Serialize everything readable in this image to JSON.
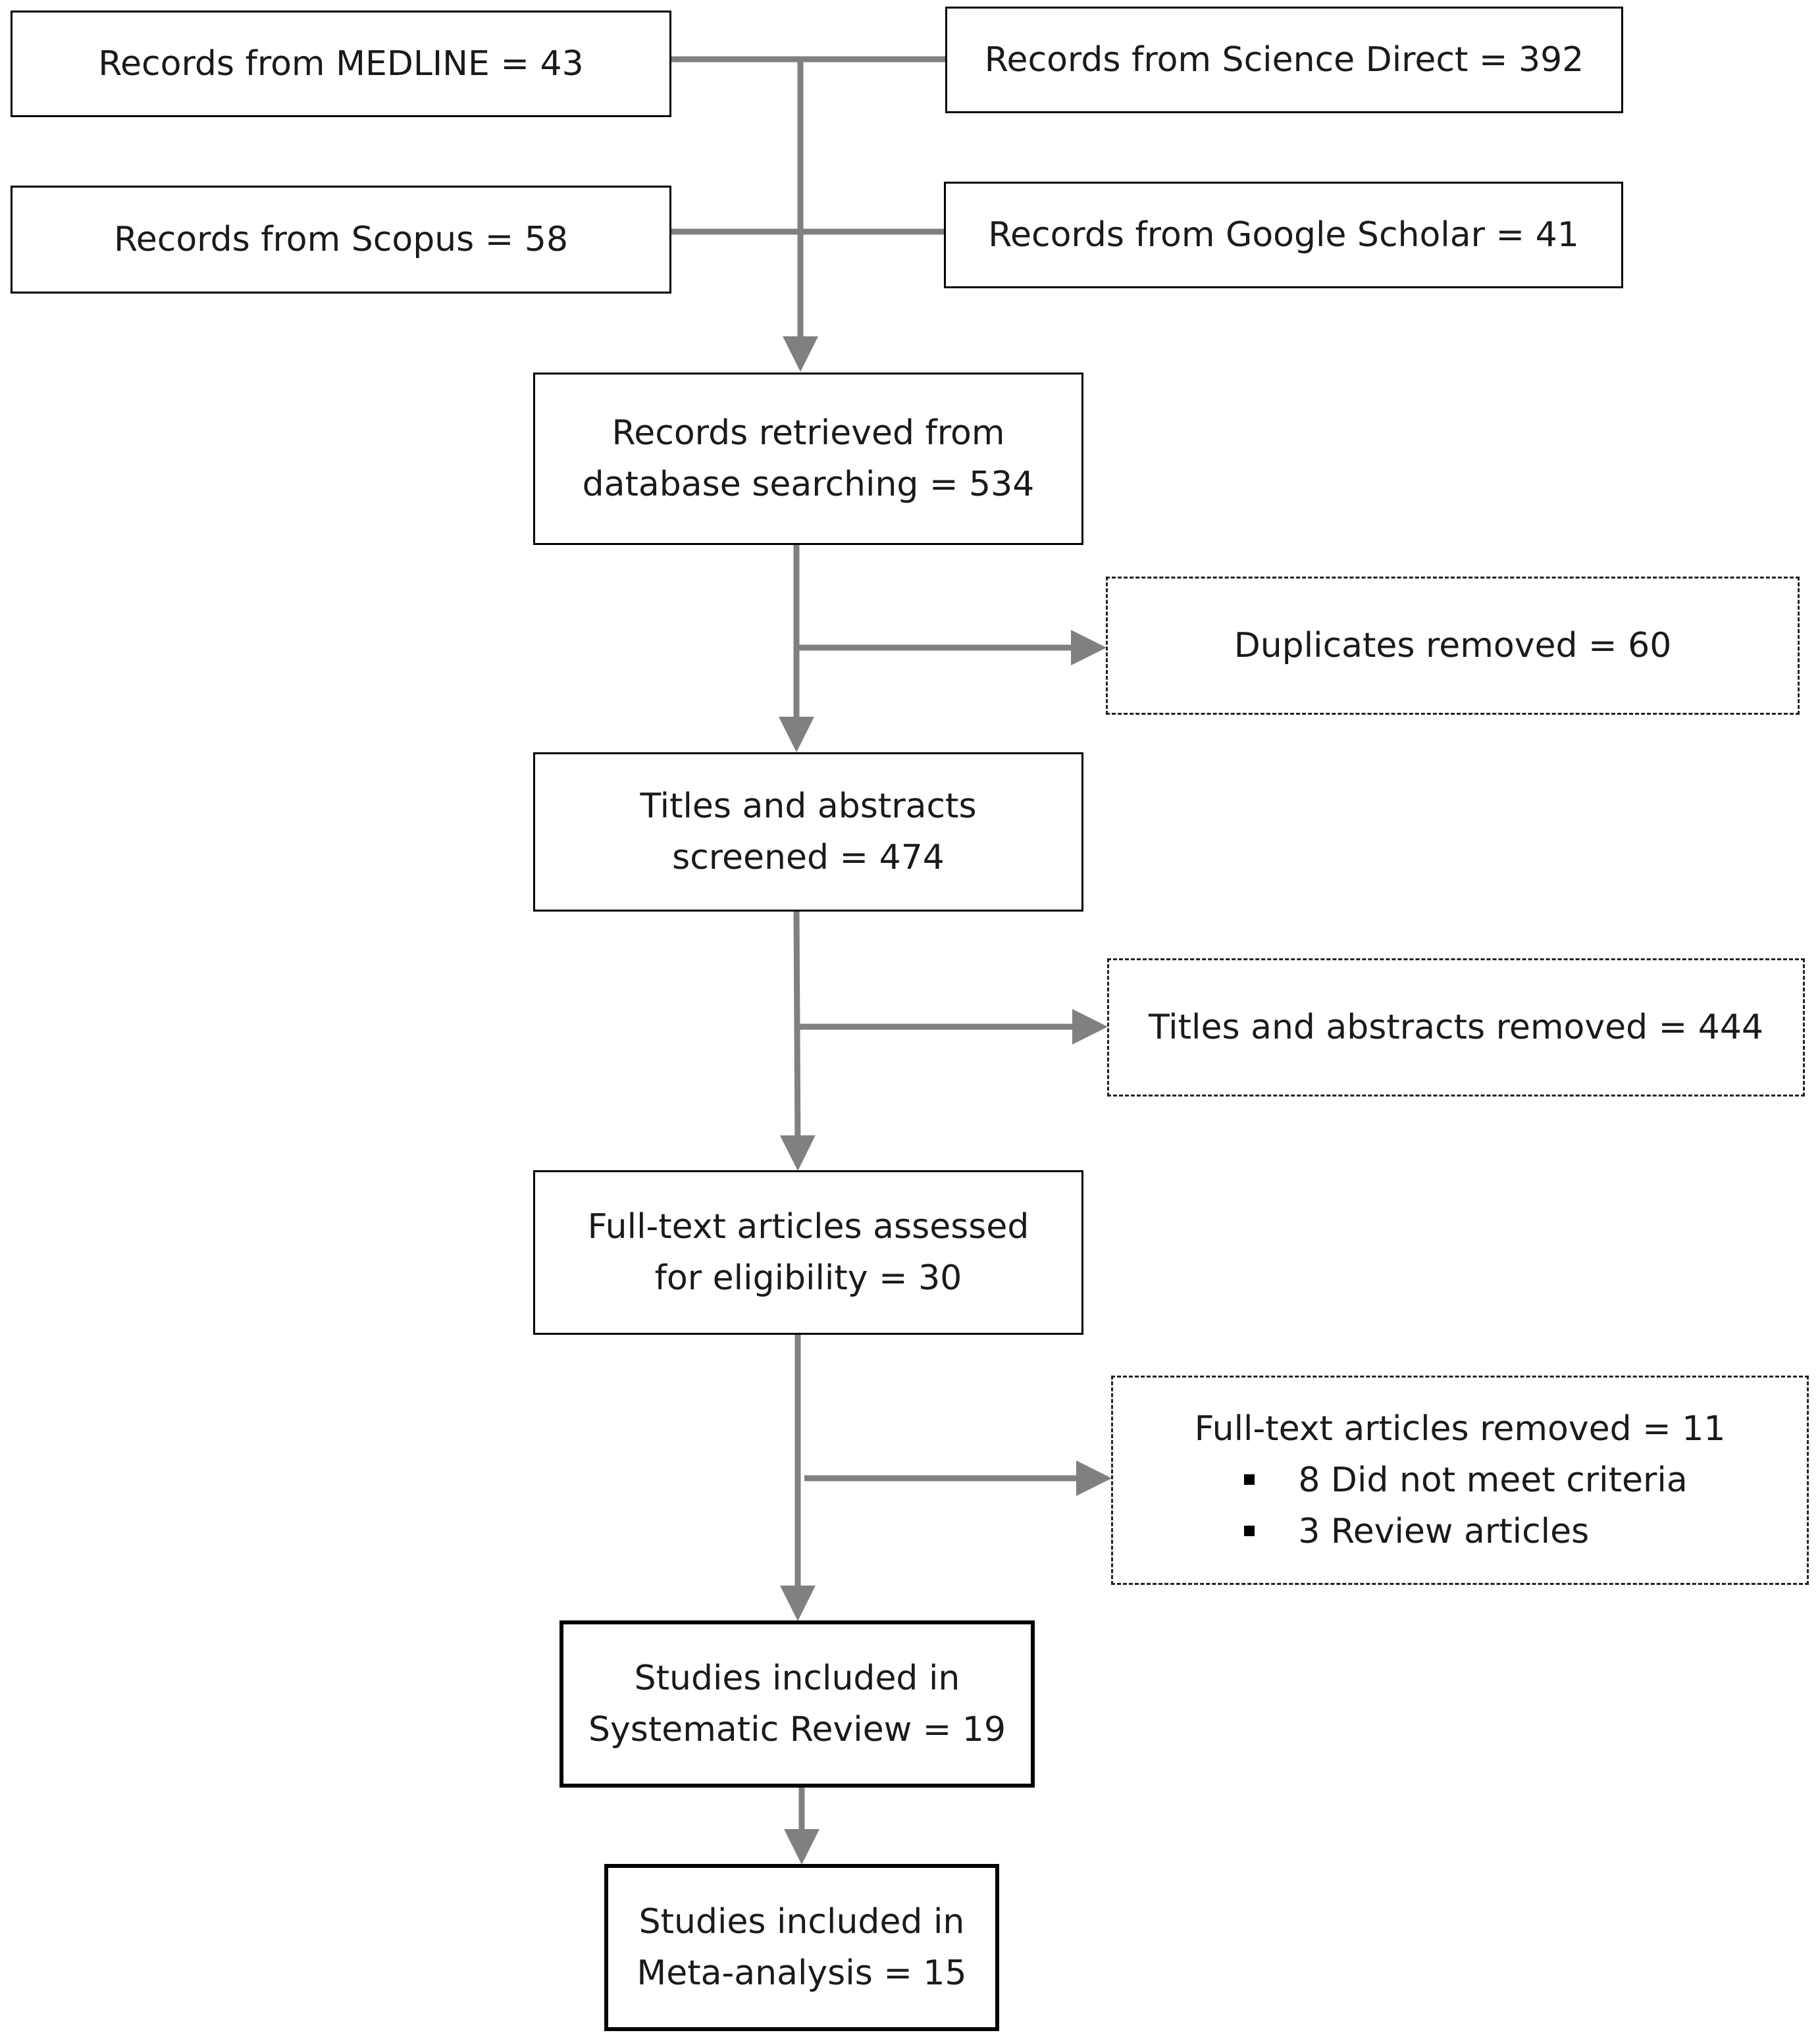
{
  "boxes": {
    "medline": "Records from MEDLINE = 43",
    "science_direct": "Records from Science Direct = 392",
    "scopus": "Records from Scopus = 58",
    "google_scholar": "Records from Google Scholar = 41",
    "retrieved": [
      "Records retrieved from",
      "database searching = 534"
    ],
    "duplicates": "Duplicates removed = 60",
    "screened": [
      "Titles and abstracts",
      "screened = 474"
    ],
    "titles_removed": "Titles and abstracts removed = 444",
    "full_text": [
      "Full-text articles assessed",
      "for eligibility = 30"
    ],
    "full_text_removed": {
      "title": "Full-text articles removed = 11",
      "reasons": [
        "8 Did not meet criteria",
        "3 Review articles"
      ]
    },
    "systematic_review": [
      "Studies included in",
      "Systematic Review = 19"
    ],
    "meta_analysis": [
      "Studies included in",
      "Meta-analysis = 15"
    ]
  },
  "colors": {
    "connector": "#808080",
    "border": "#000000"
  }
}
